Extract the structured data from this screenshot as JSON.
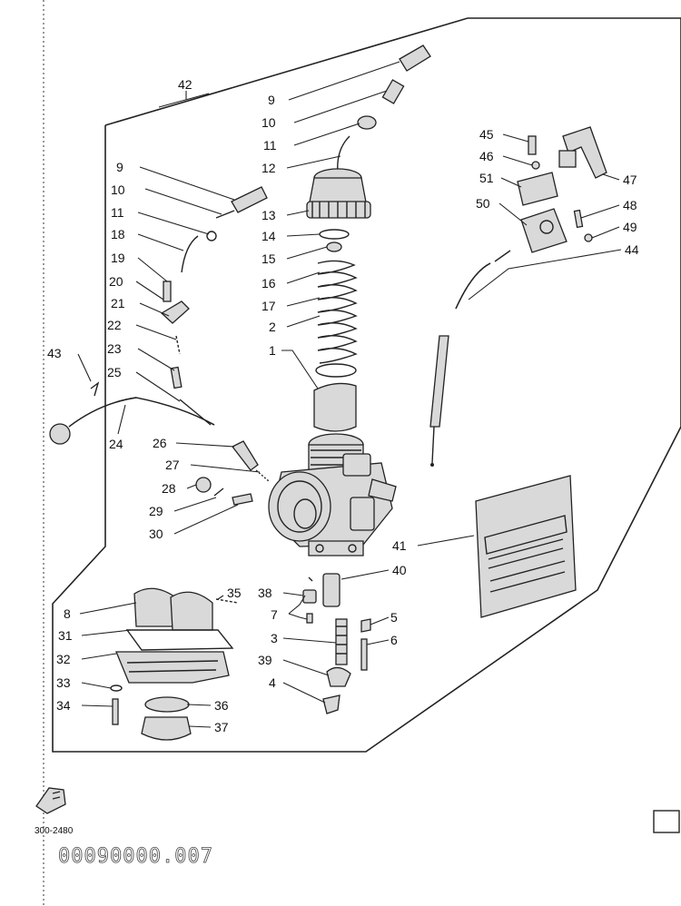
{
  "diagram": {
    "callouts": {
      "c42": "42",
      "c9a": "9",
      "c10a": "10",
      "c11a": "11",
      "c12": "12",
      "c13": "13",
      "c14": "14",
      "c15": "15",
      "c16": "16",
      "c17": "17",
      "c2a": "2",
      "c1": "1",
      "c9b": "9",
      "c10b": "10",
      "c11b": "11",
      "c18": "18",
      "c19": "19",
      "c20": "20",
      "c21": "21",
      "c22": "22",
      "c23": "23",
      "c25": "25",
      "c43": "43",
      "c24": "24",
      "c26": "26",
      "c27": "27",
      "c28": "28",
      "c29": "29",
      "c30": "30",
      "c45": "45",
      "c46": "46",
      "c47": "47",
      "c51": "51",
      "c48": "48",
      "c50": "50",
      "c49": "49",
      "c44": "44",
      "c41": "41",
      "c40": "40",
      "c38": "38",
      "c35": "35",
      "c7": "7",
      "c3": "3",
      "c5": "5",
      "c6": "6",
      "c39": "39",
      "c4": "4",
      "c8": "8",
      "c31": "31",
      "c32": "32",
      "c33": "33",
      "c34": "34",
      "c36": "36",
      "c37": "37"
    },
    "ref_code": "300-2480",
    "drawing_number": "00090000.007"
  }
}
